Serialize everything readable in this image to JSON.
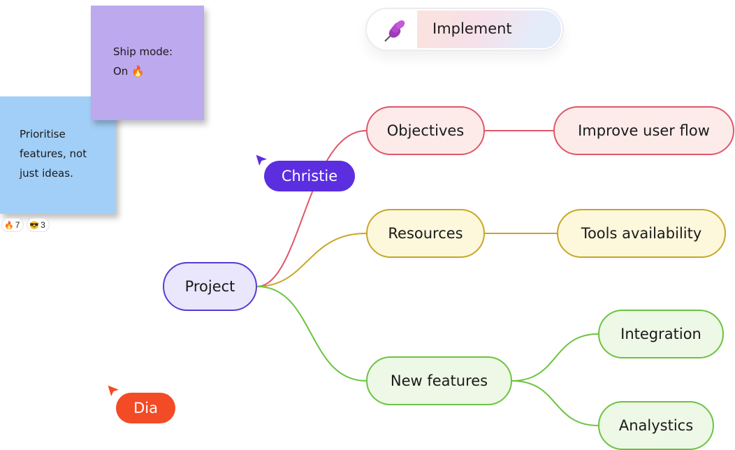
{
  "sticky_notes": [
    {
      "id": "blue",
      "text": "Prioritise\nfeatures, not\njust ideas.",
      "color": "#a2cff7",
      "reactions": [
        {
          "icon": "fire-emoji",
          "emoji": "🔥",
          "count": "7"
        },
        {
          "icon": "sunglasses-emoji",
          "emoji": "😎",
          "count": "3"
        }
      ]
    },
    {
      "id": "purple",
      "text": "Ship mode:\nOn 🔥",
      "color": "#bca9ee"
    }
  ],
  "stage_pill": {
    "icon": "pushpin-icon",
    "label": "Implement"
  },
  "mindmap": {
    "root": {
      "label": "Project",
      "color": "#5a3ad6"
    },
    "branches": [
      {
        "label": "Objectives",
        "color": "#e0566a",
        "children": [
          {
            "label": "Improve user flow"
          }
        ]
      },
      {
        "label": "Resources",
        "color": "#c8a626",
        "children": [
          {
            "label": "Tools availability"
          }
        ]
      },
      {
        "label": "New features",
        "color": "#6cc340",
        "children": [
          {
            "label": "Integration"
          },
          {
            "label": "Analystics"
          }
        ]
      }
    ]
  },
  "cursors": [
    {
      "name": "Christie",
      "color": "#5b2ee0"
    },
    {
      "name": "Dia",
      "color": "#f24b26"
    }
  ]
}
